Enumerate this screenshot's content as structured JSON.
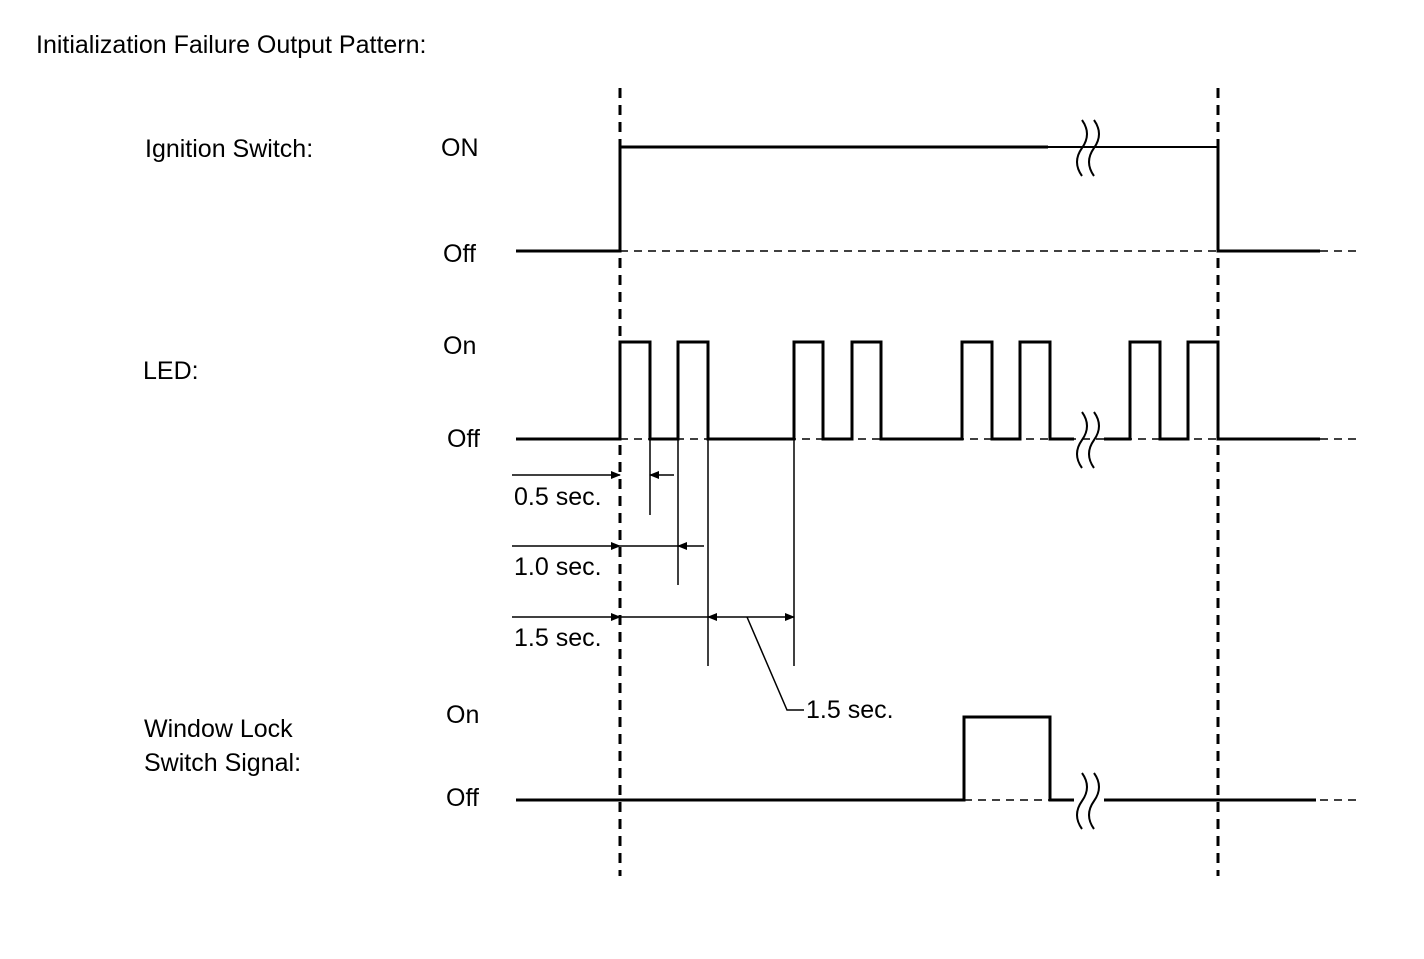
{
  "title": "Initialization Failure Output Pattern:",
  "signals": {
    "ignition": {
      "label": "Ignition Switch:",
      "high_label": "ON",
      "low_label": "Off"
    },
    "led": {
      "label": "LED:",
      "high_label": "On",
      "low_label": "Off"
    },
    "window_lock": {
      "label_line1": "Window Lock",
      "label_line2": "Switch Signal:",
      "high_label": "On",
      "low_label": "Off"
    }
  },
  "timings": {
    "t1": "0.5 sec.",
    "t2": "1.0 sec.",
    "t3": "1.5 sec.",
    "t4": "1.5 sec."
  }
}
